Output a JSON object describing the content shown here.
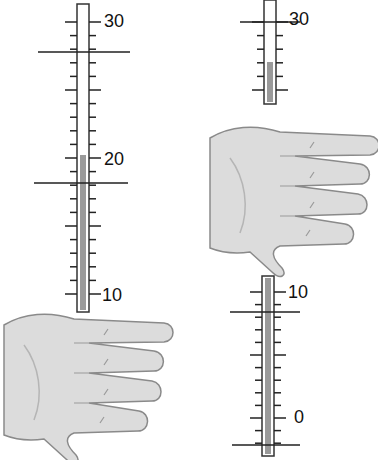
{
  "diagram": {
    "labels": [
      "30",
      "20",
      "10",
      "30",
      "10",
      "0"
    ]
  }
}
